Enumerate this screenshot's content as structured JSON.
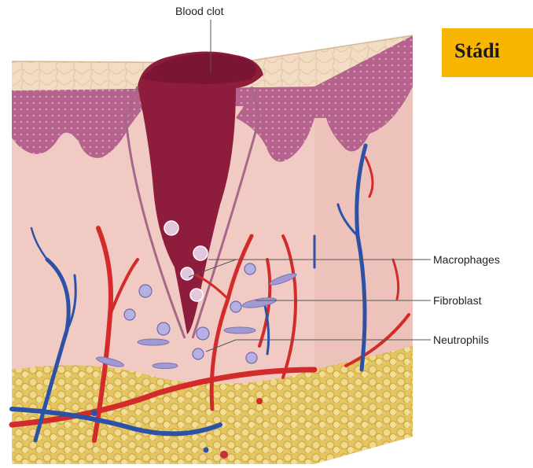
{
  "banner": {
    "text": "Stádi"
  },
  "labels": {
    "blood_clot": "Blood clot",
    "macrophages": "Macrophages",
    "fibroblast": "Fibroblast",
    "neutrophils": "Neutrophils"
  },
  "colors": {
    "banner": "#f7b500",
    "dermis": "#f1cbc3",
    "epidermis": "#b5628d",
    "skin_surface": "#f3dcc4",
    "clot": "#8e1d3d",
    "artery": "#d32b2b",
    "vein": "#2c52a8",
    "fat": "#e8c96a"
  }
}
